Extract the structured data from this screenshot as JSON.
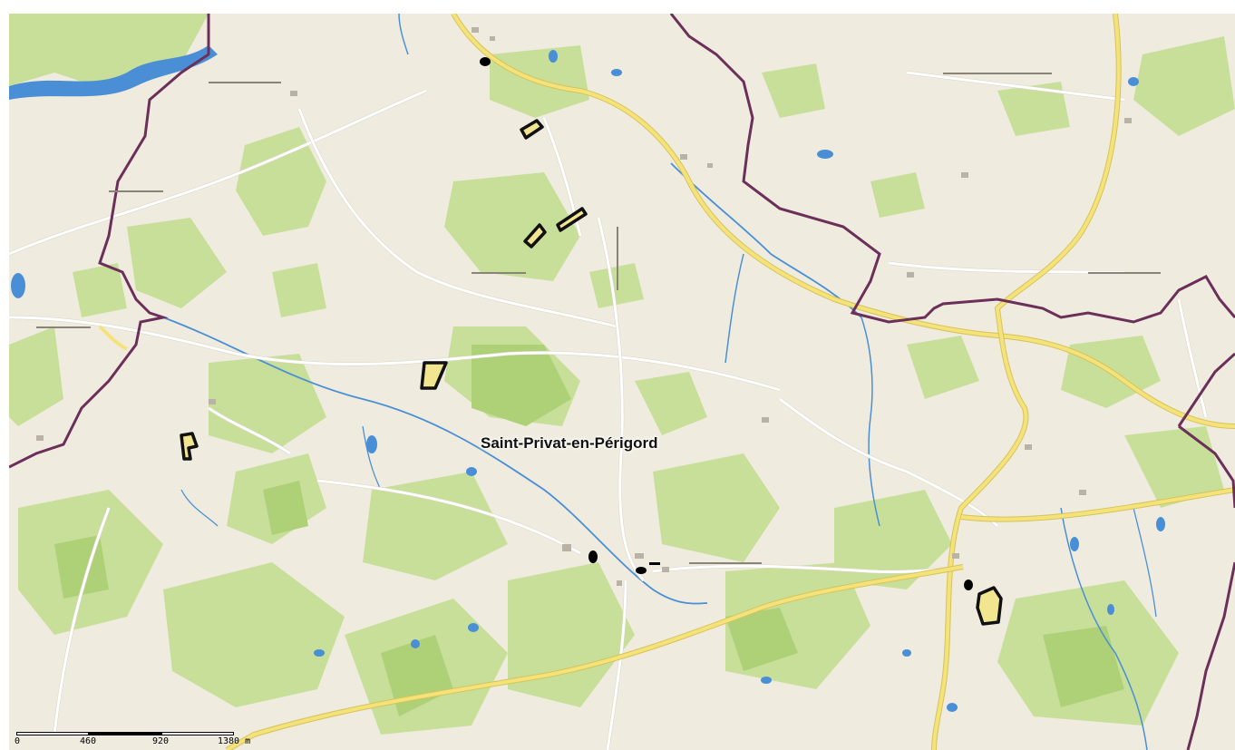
{
  "map": {
    "place_label": "Saint-Privat-en-Périgord",
    "colors": {
      "background": "#efecdf",
      "forest": "#c8df9a",
      "forest_dark": "#aed178",
      "water": "#4a8fd6",
      "boundary": "#6b2f5a",
      "main_road": "#f5e27a",
      "road_outline": "#d4c45a",
      "minor_road": "#ffffff",
      "highlight_fill": "#f1e58f",
      "highlight_outline": "#111111"
    }
  },
  "scale": {
    "ticks": [
      "0",
      "460",
      "920",
      "1380 m"
    ]
  }
}
